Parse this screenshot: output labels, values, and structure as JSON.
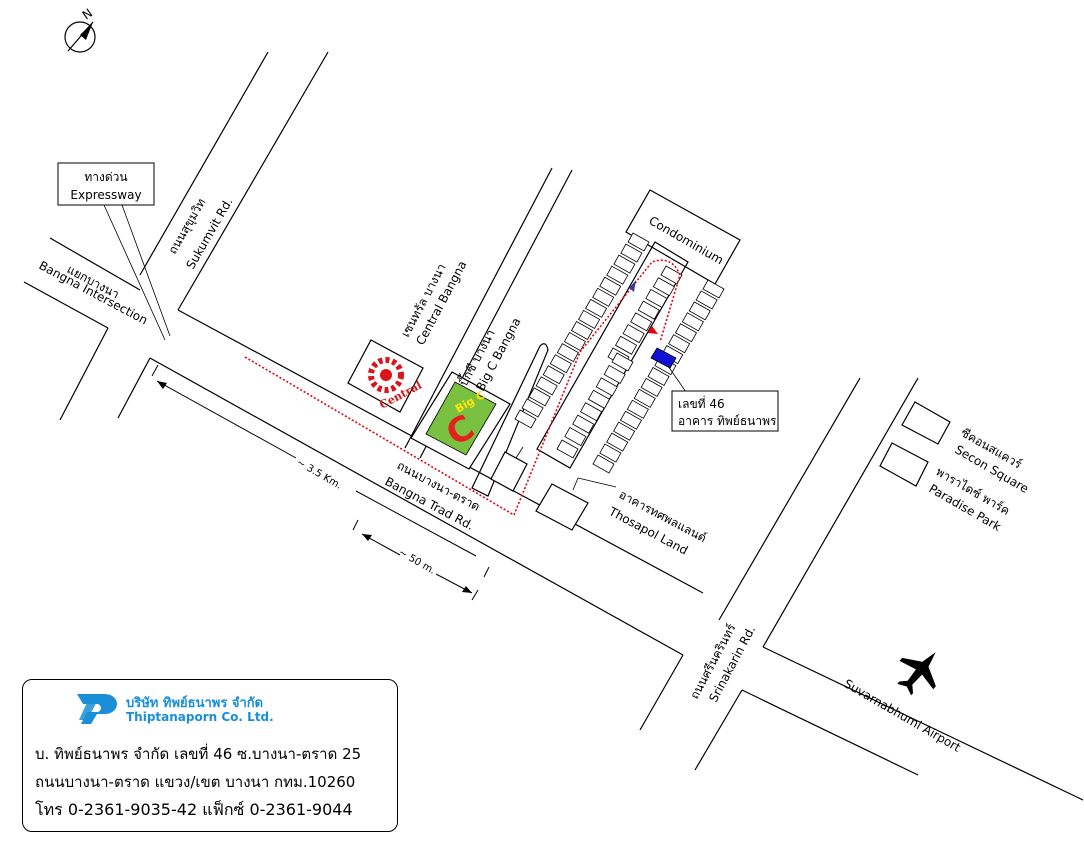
{
  "expressway": {
    "th": "ทางด่วน",
    "en": "Expressway"
  },
  "intersection": {
    "th": "แยกบางนา",
    "en": "Bangna Intersection"
  },
  "sukumvit": {
    "th": "ถนนสุขุมวิท",
    "en": "Sukumvit Rd."
  },
  "central": {
    "th": "เซนทรัล บางนา",
    "en": "Central Bangna",
    "logo_text": "Central"
  },
  "bigc": {
    "th": "บิ๊กซี บางนา",
    "en": "Big C Bangna",
    "logo_text": "Big C"
  },
  "condominium": "Condominium",
  "building": {
    "line1": "เลขที่ 46",
    "line2": "อาคาร ทิพย์ธนาพร"
  },
  "thosapol": {
    "th": "อาคารทศพลแลนด์",
    "en": "Thosapol Land"
  },
  "secon": {
    "th": "ซีคอนสแควร์",
    "en": "Secon Square"
  },
  "paradise": {
    "th": "พาราไดซ์ พาร์ค",
    "en": "Paradise Park"
  },
  "bangna_trad": {
    "th": "ถนนบางนา-ตราด",
    "en": "Bangna Trad Rd."
  },
  "srinakarin": {
    "th": "ถนนศรีนครินทร์",
    "en": "Srinakarin Rd."
  },
  "airport": "Suvarnabhumi Airport",
  "dist_long": "~ 3.5 Km.",
  "dist_short": "~ 50 m.",
  "north": "N",
  "company": {
    "name_th": "บริษัท ทิพย์ธนาพร จำกัด",
    "name_en": "Thiptanaporn Co. Ltd.",
    "address1": "บ. ทิพย์ธนาพร จำกัด เลขที่ 46 ซ.บางนา-ตราด 25",
    "address2": "ถนนบางนา-ตราด แขวง/เขต บางนา กทม.10260",
    "phone": "โทร 0-2361-9035-42 แฟ็กซ์ 0-2361-9044"
  },
  "colors": {
    "route": "#e8000e",
    "route_arrow": "#3a3aa0",
    "building": "#1212d6",
    "brand": "#1a8fd8"
  }
}
